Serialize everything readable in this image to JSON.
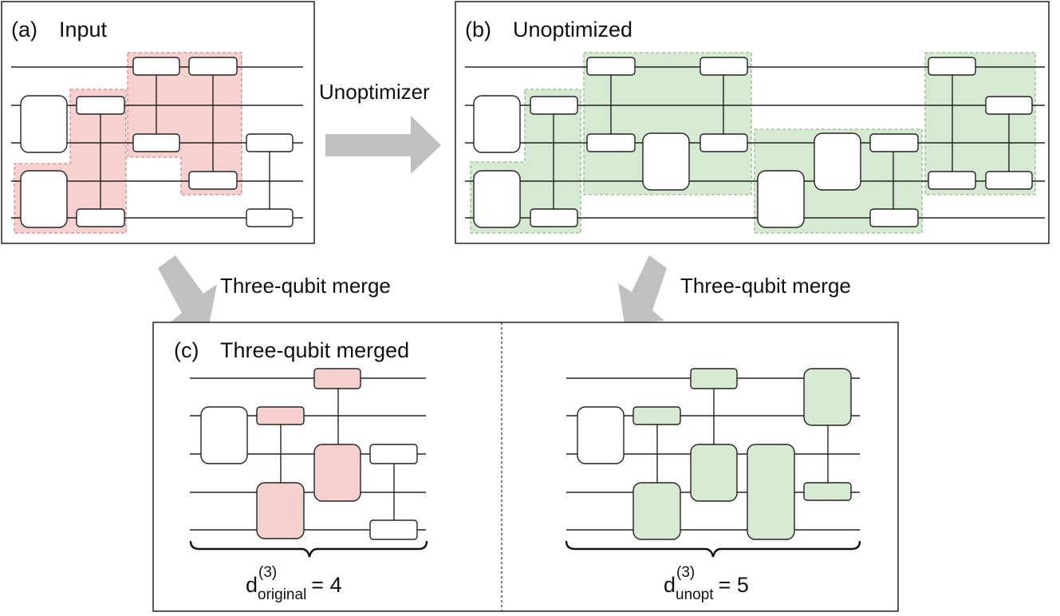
{
  "panels": {
    "a": {
      "tag": "(a)",
      "title": "Input"
    },
    "b": {
      "tag": "(b)",
      "title": "Unoptimized"
    },
    "c": {
      "tag": "(c)",
      "title": "Three-qubit merged"
    }
  },
  "arrows": {
    "top": "Unoptimizer",
    "left_down": "Three-qubit merge",
    "right_down": "Three-qubit merge"
  },
  "metrics": {
    "original": {
      "base": "d",
      "sup": "(3)",
      "sub": "original",
      "eq": "= 4"
    },
    "unopt": {
      "base": "d",
      "sup": "(3)",
      "sub": "unopt",
      "eq": "= 5"
    }
  },
  "colors": {
    "red_region": "#f7d0d0",
    "red_border": "#d88888",
    "green_region": "#d5ead1",
    "green_border": "#8cc08a",
    "gate_fill": "#ffffff",
    "red_gate": "#f6cfcf",
    "green_gate": "#d5ead1",
    "arrow": "#c0c0c0"
  }
}
